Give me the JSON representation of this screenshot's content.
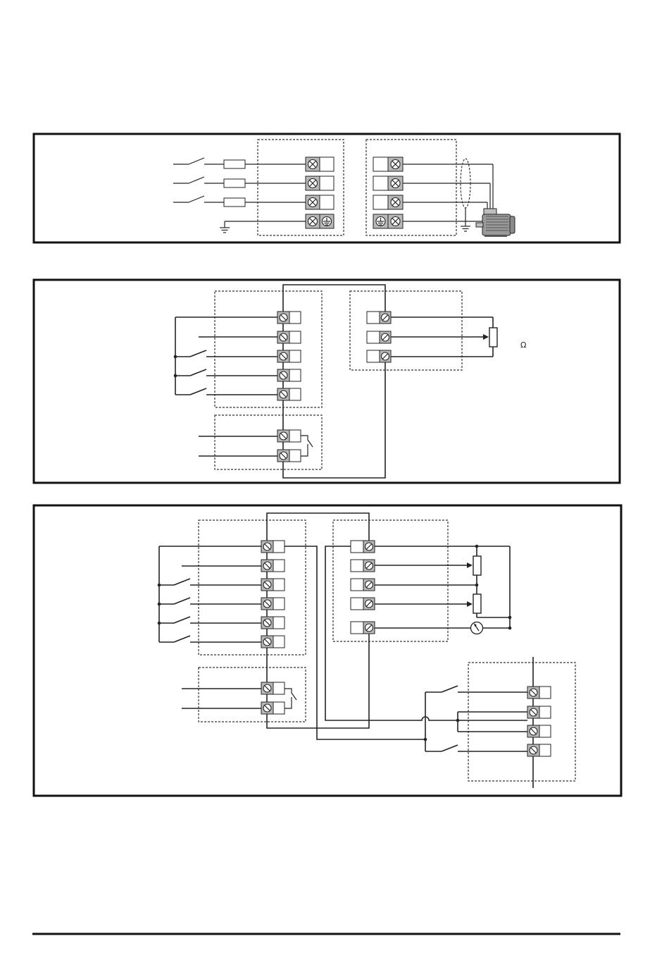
{
  "diagram": {
    "panels": [
      {
        "id": "power-connections"
      },
      {
        "id": "control-connections-basic"
      },
      {
        "id": "control-connections-extended"
      }
    ],
    "labels": {
      "ohm_symbol": "Ω"
    },
    "colors": {
      "line": "#222222",
      "terminal_fill": "#b8b8b8",
      "motor_body": "#9a9a9a"
    },
    "icons": [
      "screw-terminal-icon",
      "earth-ground-icon",
      "motor-icon",
      "switch-icon",
      "fuse-icon",
      "potentiometer-icon",
      "meter-icon"
    ]
  }
}
